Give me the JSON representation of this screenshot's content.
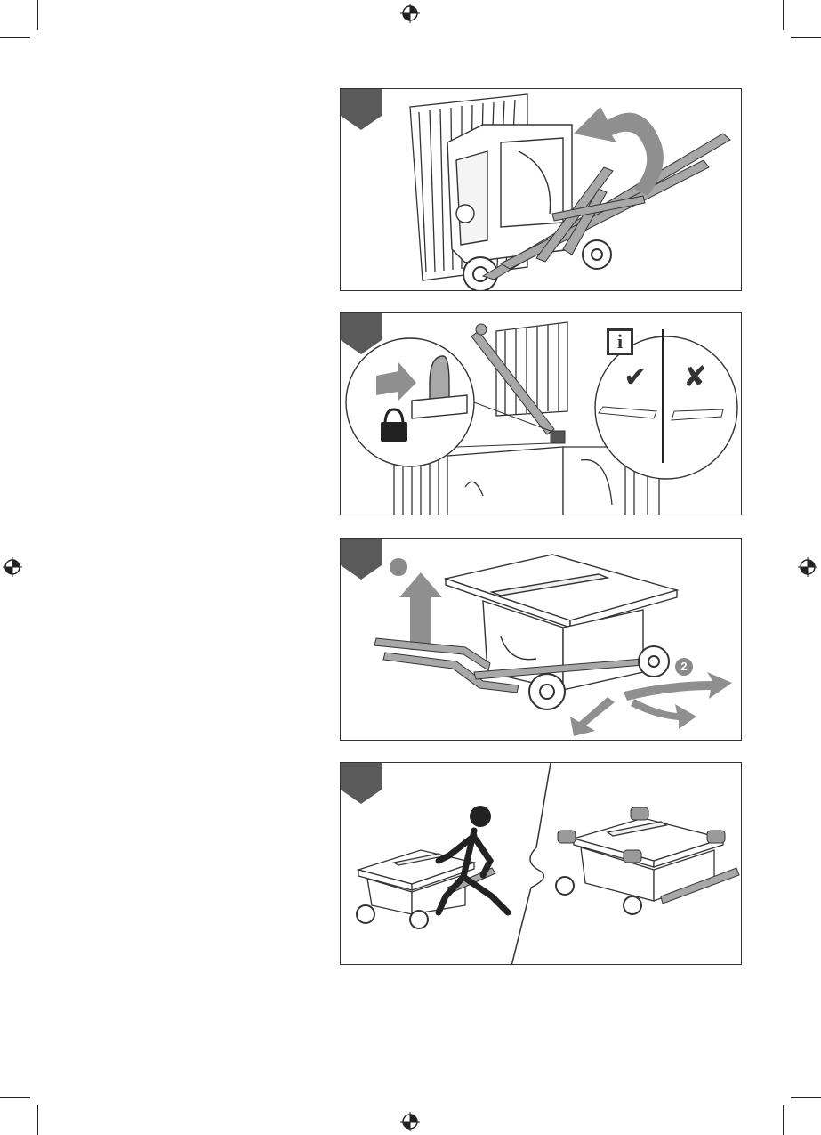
{
  "panels": [
    {
      "id": "fold-handle",
      "tab_label": ""
    },
    {
      "id": "lock-handle",
      "tab_label": "",
      "info_glyph": "i",
      "ok_glyph": "✔",
      "wrong_glyph": "✘"
    },
    {
      "id": "lift-and-roll",
      "tab_label": "",
      "step_1": "",
      "step_2": "2"
    },
    {
      "id": "carry-methods",
      "tab_label": ""
    }
  ],
  "icons": {
    "registration_mark": "crosshair-target-icon",
    "lock": "padlock-icon",
    "info": "info-box-icon",
    "correct": "check-mark-icon",
    "incorrect": "cross-mark-icon",
    "arrow": "direction-arrow-icon",
    "hand": "hand-icon",
    "person": "person-pushing-icon"
  },
  "colors": {
    "line_art": "#333333",
    "tab_fill": "#5a5a5a",
    "arrow_gray": "#8f8f8f",
    "badge_gray": "#8a8a8a"
  }
}
